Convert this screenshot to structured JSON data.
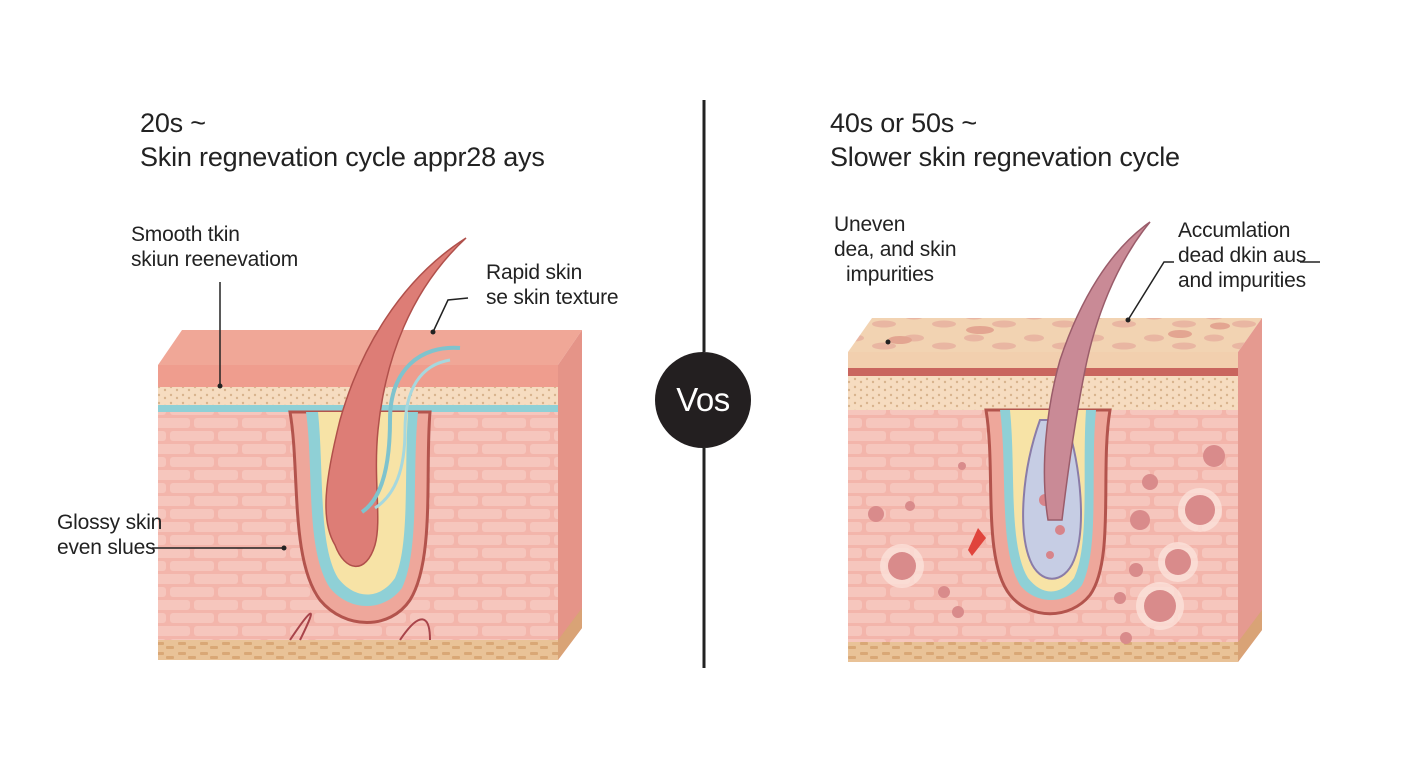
{
  "left": {
    "heading_line1": "20s ~",
    "heading_line2": "Skin regnevation cycle appr28 ays",
    "label_smooth_line1": "Smooth tkin",
    "label_smooth_line2": "skiun reenevatiom",
    "label_rapid_line1": "Rapid skin",
    "label_rapid_line2": "se skin texture",
    "label_glossy_line1": "Glossy skin",
    "label_glossy_line2": "even slues"
  },
  "divider": {
    "badge_text": "Vos"
  },
  "right": {
    "heading_line1": "40s or 50s ~",
    "heading_line2": "Slower skin regnevation cycle",
    "label_uneven_line1": "Uneven",
    "label_uneven_line2": "dea, and skin",
    "label_uneven_line3": "impurities",
    "label_accum_line1": "Accumlation",
    "label_accum_line2": "dead dkin aus",
    "label_accum_line3": "and impurities"
  },
  "colors": {
    "skin_top": "#f1a99d",
    "epidermis": "#f4cfb0",
    "dermis": "#f2b2a8",
    "aged_surface": "#f2d2b0",
    "hair": "#d97a74",
    "follicle_blue": "#8ecbd3",
    "badge": "#222222"
  }
}
